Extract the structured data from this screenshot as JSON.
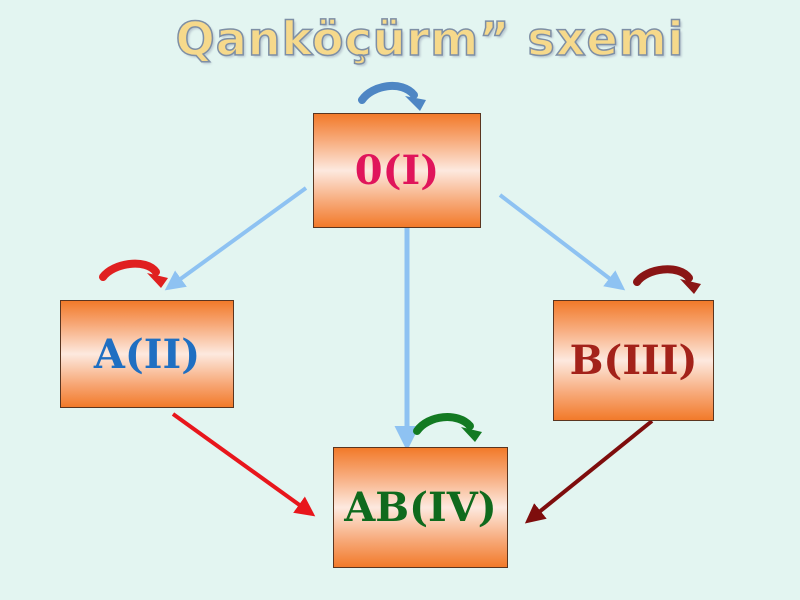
{
  "title": "Qanköçürm” sxemi",
  "nodes": {
    "o": {
      "label": "0(I)",
      "color": "#e0155b"
    },
    "a": {
      "label": "A(II)",
      "color": "#1f6fc2"
    },
    "b": {
      "label": "B(III)",
      "color": "#a3221a"
    },
    "ab": {
      "label": "AB(IV)",
      "color": "#0f6a1d"
    }
  },
  "colors": {
    "background": "#e3f5f1",
    "arrow_from_o": "#8ec2f2",
    "arrow_from_a": "#e8161c",
    "arrow_from_b": "#7e0d0d",
    "self_loop_o": "#4e86c4",
    "self_loop_a": "#e02020",
    "self_loop_b": "#8a1515",
    "self_loop_ab": "#127a22"
  },
  "edges": [
    {
      "from": "0(I)",
      "to": "A(II)"
    },
    {
      "from": "0(I)",
      "to": "B(III)"
    },
    {
      "from": "0(I)",
      "to": "AB(IV)"
    },
    {
      "from": "A(II)",
      "to": "AB(IV)"
    },
    {
      "from": "B(III)",
      "to": "AB(IV)"
    }
  ]
}
